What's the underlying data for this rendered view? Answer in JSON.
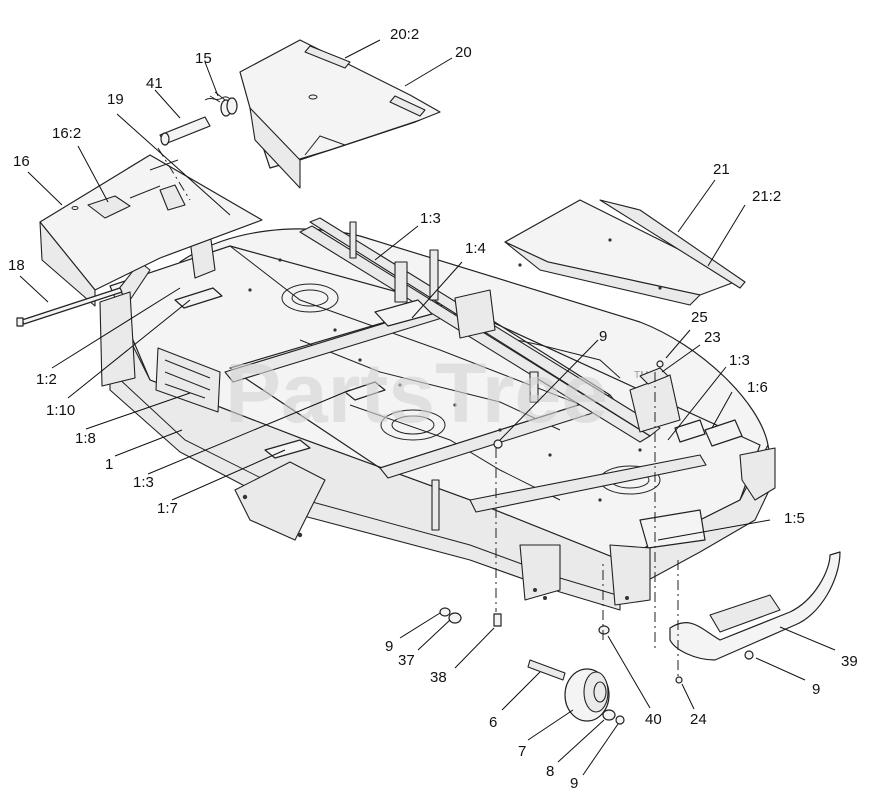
{
  "diagram": {
    "watermark": "PartsTree",
    "watermark_tm": "TM",
    "callouts": [
      {
        "id": "c-20-2",
        "text": "20:2"
      },
      {
        "id": "c-20",
        "text": "20"
      },
      {
        "id": "c-15",
        "text": "15"
      },
      {
        "id": "c-41",
        "text": "41"
      },
      {
        "id": "c-19",
        "text": "19"
      },
      {
        "id": "c-16-2",
        "text": "16:2"
      },
      {
        "id": "c-16",
        "text": "16"
      },
      {
        "id": "c-18",
        "text": "18"
      },
      {
        "id": "c-21",
        "text": "21"
      },
      {
        "id": "c-21-2",
        "text": "21:2"
      },
      {
        "id": "c-1-3a",
        "text": "1:3"
      },
      {
        "id": "c-1-4",
        "text": "1:4"
      },
      {
        "id": "c-9a",
        "text": "9"
      },
      {
        "id": "c-25",
        "text": "25"
      },
      {
        "id": "c-23",
        "text": "23"
      },
      {
        "id": "c-1-3b",
        "text": "1:3"
      },
      {
        "id": "c-1-6",
        "text": "1:6"
      },
      {
        "id": "c-1-2",
        "text": "1:2"
      },
      {
        "id": "c-1-10",
        "text": "1:10"
      },
      {
        "id": "c-1-8",
        "text": "1:8"
      },
      {
        "id": "c-1",
        "text": "1"
      },
      {
        "id": "c-1-3c",
        "text": "1:3"
      },
      {
        "id": "c-1-7",
        "text": "1:7"
      },
      {
        "id": "c-1-5",
        "text": "1:5"
      },
      {
        "id": "c-39",
        "text": "39"
      },
      {
        "id": "c-9b",
        "text": "9"
      },
      {
        "id": "c-9c",
        "text": "9"
      },
      {
        "id": "c-37",
        "text": "37"
      },
      {
        "id": "c-38",
        "text": "38"
      },
      {
        "id": "c-6",
        "text": "6"
      },
      {
        "id": "c-40",
        "text": "40"
      },
      {
        "id": "c-24",
        "text": "24"
      },
      {
        "id": "c-7",
        "text": "7"
      },
      {
        "id": "c-8",
        "text": "8"
      },
      {
        "id": "c-9d",
        "text": "9"
      }
    ]
  }
}
